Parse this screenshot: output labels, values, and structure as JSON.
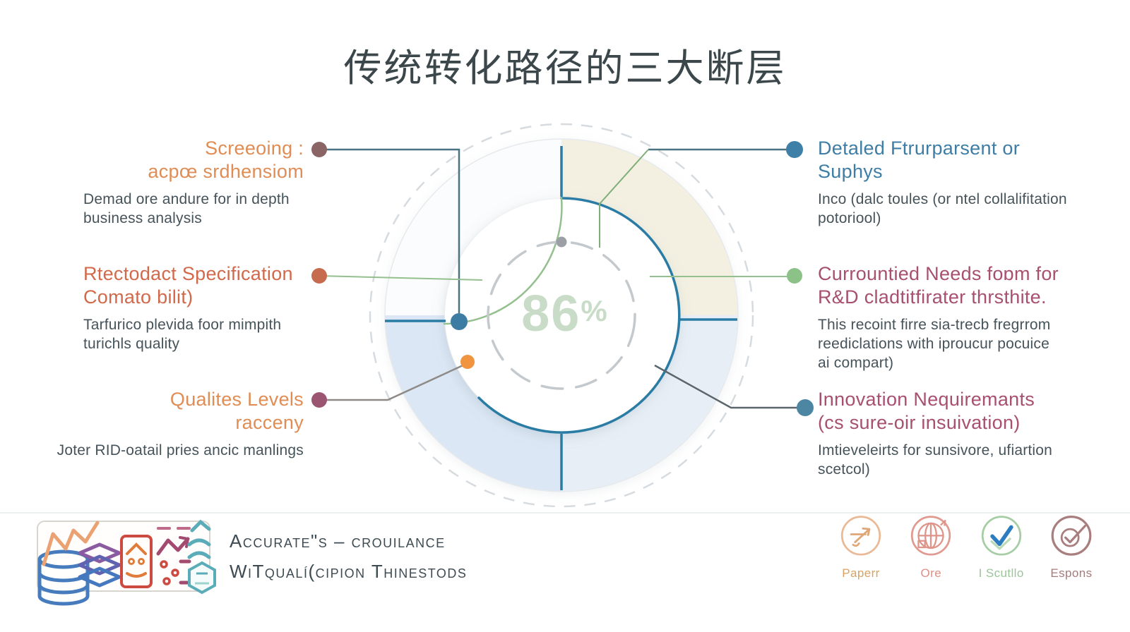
{
  "title": "传统转化路径的三大断层",
  "gauge": {
    "value": "86",
    "unit": "%"
  },
  "callouts_left": [
    {
      "title": "Screeoing :\nacpœ srdhensiom",
      "body": "Demad ore andure for in depth\nbusiness analysis",
      "dot_color": "#8b6566",
      "title_color": "#e08d55"
    },
    {
      "title": "Rtectodact Specification\nComato bilit)",
      "body": "Tarfurico plevida foor mimpith\nturichls quality",
      "dot_color": "#c66b4e",
      "title_color": "#d2694b"
    },
    {
      "title": "Qualites Levels\nracceny",
      "body": "Joter RID-oatail pries ancic manlings",
      "dot_color": "#9c5570",
      "title_color": "#e08d55"
    }
  ],
  "callouts_right": [
    {
      "title": "Detaled Ftrurparsent or\nSuphys",
      "body": "Inco (dalc toules (or ntel collalifitation\npotoriool)",
      "dot_color": "#3e80a8",
      "title_color": "#3e7da5"
    },
    {
      "title": "Currountied Needs foɒm for\nR&D cladtitfirater thrsthite.",
      "body": "This recoint firre sia-trecb fregrrom\nreediclations with iproucur pocuice\nai compart)",
      "dot_color": "#8cc287",
      "title_color": "#a7506f"
    },
    {
      "title": "Innovation Nequiremants\n(cs sure-oir insuivation)",
      "body": "Imtieveleirts for sunsivore, ufiartion\nscetcol)",
      "dot_color": "#4c86a3",
      "title_color": "#a7506f"
    }
  ],
  "footer": {
    "caption_line1": "Accurate\"s – crouilance",
    "caption_line2": "WiTqualí(cipion Thinestods"
  },
  "legend": {
    "items": [
      {
        "label": "Paperr",
        "color": "#d9a35f",
        "icon": "pencil-arrow-icon"
      },
      {
        "label": "Ore",
        "color": "#dd8f85",
        "icon": "globe-refresh-icon"
      },
      {
        "label": "I Scutllo",
        "color": "#9cc49a",
        "icon": "check-icon"
      },
      {
        "label": "Espons",
        "color": "#a87a7a",
        "icon": "circle-check-icon"
      }
    ]
  },
  "colors": {
    "title_text": "#3b474b",
    "body_text": "#46535a",
    "gauge_percent": "#c8dcc7",
    "ring_quadrant_top_right": "#f3f0e1",
    "ring_quadrant_bottom_right": "#e7eef6",
    "ring_quadrant_bottom_left": "#dbe7f4",
    "radial_line": "#2a7ca4",
    "green_arc": "#94bf8e",
    "dashed_circle": "#c4c9cd",
    "connector_slate": "#4b7382",
    "connector_gray": "#8e8a88"
  }
}
